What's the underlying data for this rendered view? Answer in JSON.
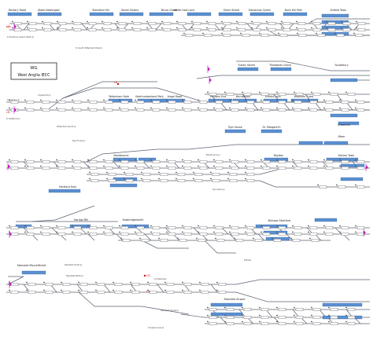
{
  "panel": {
    "title": "WG",
    "subtitle": "West Anglia IECC"
  },
  "colors": {
    "track": "#5a6270",
    "platform": "#5b8fd0",
    "platform_edge": "#2f5f9e",
    "signal": "#d01818",
    "limit": "#c020c0",
    "label": "#222222",
    "small": "#444444"
  },
  "stations": [
    "Hackney Downs",
    "Rectory Road",
    "Stoke Newington",
    "Stamford Hill",
    "Seven Sisters",
    "Bruce Grove",
    "White Hart Lane",
    "Silver Street",
    "Edmonton Green",
    "Bush Hill Park",
    "Enfield Town",
    "Turkey Street",
    "Theobalds Grove",
    "Southbury",
    "Cheshunt",
    "Ponders End",
    "Brimsdown",
    "Enfield Lock",
    "Waltham Cross",
    "Tottenham Hale",
    "Northumberland Park",
    "Angel Road",
    "Rye House",
    "St. Margaret's",
    "Ware",
    "Hertford East",
    "Broxbourne",
    "Roydon",
    "Harlow Town",
    "Harlow Mill",
    "Sawbridgeworth",
    "Bishops Stortford",
    "Stansted Mountfitchet",
    "Stansted Airport"
  ],
  "fringes": {
    "left": [
      "L4",
      "L6",
      "L8"
    ],
    "right": [
      "CK",
      "CA"
    ]
  },
  "notes": [
    "to Hackney Downs North Jn",
    "to South Tottenham East Jn",
    "to Clapton Jn",
    "to Stratford Jn",
    "Coppermill Jn",
    "Tottenham South Jn",
    "Hall Farm Jn",
    "Stansted South Jn",
    "Stansted North Jn",
    "to Elsenham",
    "Rye House Jn",
    "Broxbourne Jn",
    "Tye Green Jn",
    "Coopers Lane Jn",
    "Stansted tunnel Jn"
  ]
}
